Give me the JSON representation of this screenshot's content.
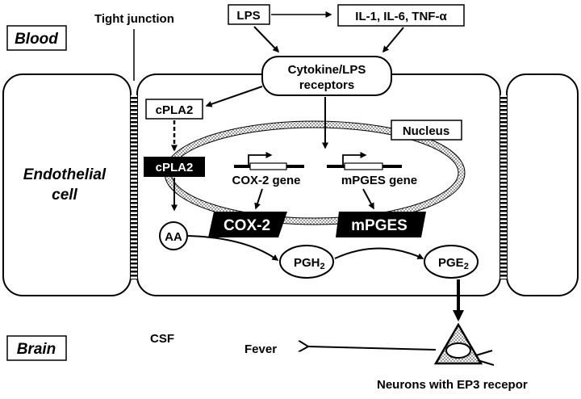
{
  "labels": {
    "blood": "Blood",
    "brain": "Brain",
    "tight_junction": "Tight junction",
    "lps": "LPS",
    "cytokines": "IL-1, IL-6, TNF-α",
    "receptor_line1": "Cytokine/LPS",
    "receptor_line2": "receptors",
    "cpla2_box": "cPLA2",
    "cpla2_active": "cPLA2",
    "nucleus": "Nucleus",
    "endothelial_line1": "Endothelial",
    "endothelial_line2": "cell",
    "cox2_gene": "COX-2 gene",
    "mpges_gene": "mPGES gene",
    "aa": "AA",
    "cox2": "COX-2",
    "mpges": "mPGES",
    "pgh2_base": "PGH",
    "pgh2_sub": "2",
    "pge2_base": "PGE",
    "pge2_sub": "2",
    "csf": "CSF",
    "fever": "Fever",
    "neuron": "Neurons with EP3 recepor"
  },
  "colors": {
    "ink": "#000000",
    "paper": "#ffffff",
    "nucleus_stipple": "#9a9a9a"
  },
  "icons": {
    "neuron": "triangle-neuron-icon",
    "gene_promoter": "bent-arrow-icon"
  }
}
